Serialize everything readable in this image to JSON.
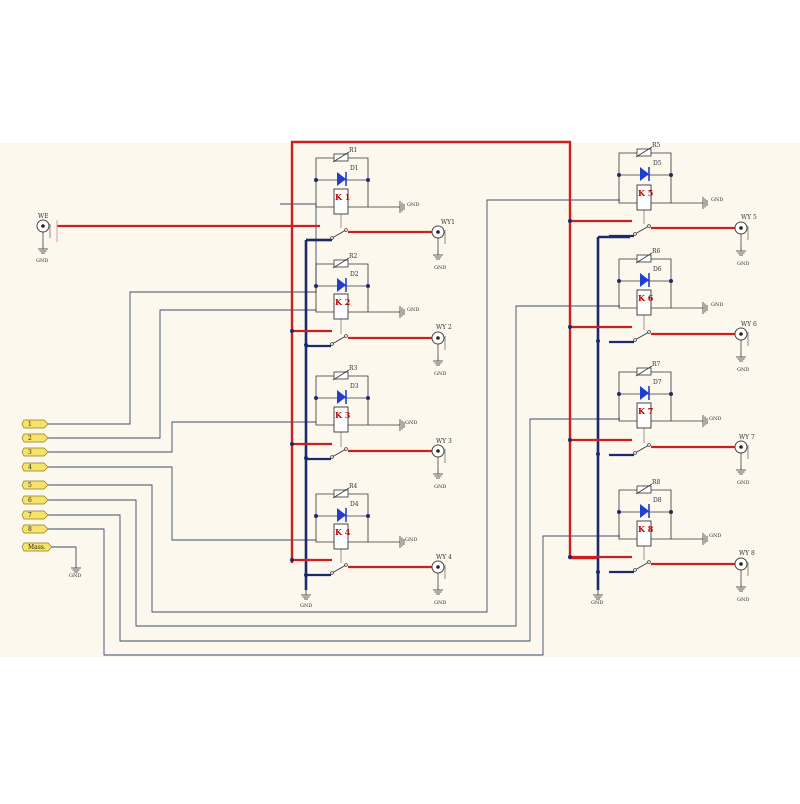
{
  "colors": {
    "background": "#fdf8ee",
    "power_rail": "#cc1f1f",
    "ground_rail": "#1a2a6c",
    "signal_wire": "#3b4a6b",
    "diode": "#1f3fd0",
    "connector": "#f6e46a",
    "relay_label": "#c00000"
  },
  "input": {
    "label": "WE",
    "gnd": "GND"
  },
  "relays": [
    {
      "coil": "K 1",
      "resistor": "R1",
      "diode": "D1",
      "gnd": "GND",
      "output": "WY1",
      "output_gnd": "GND"
    },
    {
      "coil": "K 2",
      "resistor": "R2",
      "diode": "D2",
      "gnd": "GND",
      "output": "WY 2",
      "output_gnd": "GND"
    },
    {
      "coil": "K 3",
      "resistor": "R3",
      "diode": "D3",
      "gnd": "GND",
      "output": "WY 3",
      "output_gnd": "GND"
    },
    {
      "coil": "K 4",
      "resistor": "R4",
      "diode": "D4",
      "gnd": "GND",
      "output": "WY 4",
      "output_gnd": "GND"
    },
    {
      "coil": "K 5",
      "resistor": "R5",
      "diode": "D5",
      "gnd": "GND",
      "output": "WY 5",
      "output_gnd": "GND"
    },
    {
      "coil": "K 6",
      "resistor": "R6",
      "diode": "D6",
      "gnd": "GND",
      "output": "WY 6",
      "output_gnd": "GND"
    },
    {
      "coil": "K 7",
      "resistor": "R7",
      "diode": "D7",
      "gnd": "GND",
      "output": "WY 7",
      "output_gnd": "GND"
    },
    {
      "coil": "K 8",
      "resistor": "R8",
      "diode": "D8",
      "gnd": "GND",
      "output": "WY 8",
      "output_gnd": "GND"
    }
  ],
  "connector_pins": [
    "1",
    "2",
    "3",
    "4",
    "5",
    "6",
    "7",
    "8",
    "Mass."
  ],
  "connector_gnd": "GND",
  "rail_gnd": [
    "GND",
    "GND"
  ]
}
